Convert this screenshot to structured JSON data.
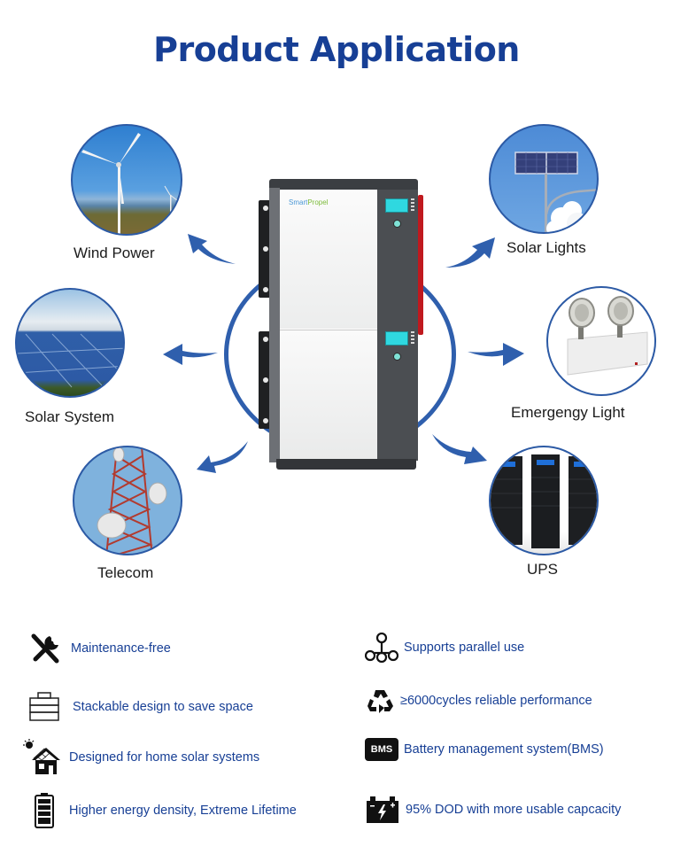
{
  "header": {
    "title": "Product Application"
  },
  "product": {
    "brand_logo": "SmartPropel",
    "brand_logo_parts": [
      "Smart",
      "Propel"
    ],
    "accent_color": "#2f5fad",
    "title_color": "#173f95"
  },
  "applications": [
    {
      "id": "wind-power",
      "label": "Wind Power",
      "image": "wind-turbine-photo",
      "side": "left"
    },
    {
      "id": "solar-system",
      "label": "Solar System",
      "image": "solar-panel-field-photo",
      "side": "left"
    },
    {
      "id": "telecom",
      "label": "Telecom",
      "image": "telecom-tower-photo",
      "side": "left"
    },
    {
      "id": "solar-lights",
      "label": "Solar Lights",
      "image": "solar-street-light-photo",
      "side": "right"
    },
    {
      "id": "emergency-light",
      "label": "Emergengy Light",
      "image": "emergency-light-photo",
      "side": "right"
    },
    {
      "id": "ups",
      "label": "UPS",
      "image": "server-rack-photo",
      "side": "right"
    }
  ],
  "features": {
    "left": [
      {
        "icon": "tools-icon",
        "text": "Maintenance-free"
      },
      {
        "icon": "stack-icon",
        "text": "Stackable design to save space"
      },
      {
        "icon": "solar-house-icon",
        "text": "Designed for home solar systems"
      },
      {
        "icon": "battery-icon",
        "text": "Higher energy density, Extreme Lifetime"
      }
    ],
    "right": [
      {
        "icon": "parallel-network-icon",
        "text": "Supports parallel use"
      },
      {
        "icon": "recycle-icon",
        "text": "≥6000cycles reliable performance"
      },
      {
        "icon": "bms-icon",
        "icon_text": "BMS",
        "text": "Battery management system(BMS)"
      },
      {
        "icon": "car-battery-icon",
        "text": "95% DOD with more usable capcacity"
      }
    ]
  }
}
